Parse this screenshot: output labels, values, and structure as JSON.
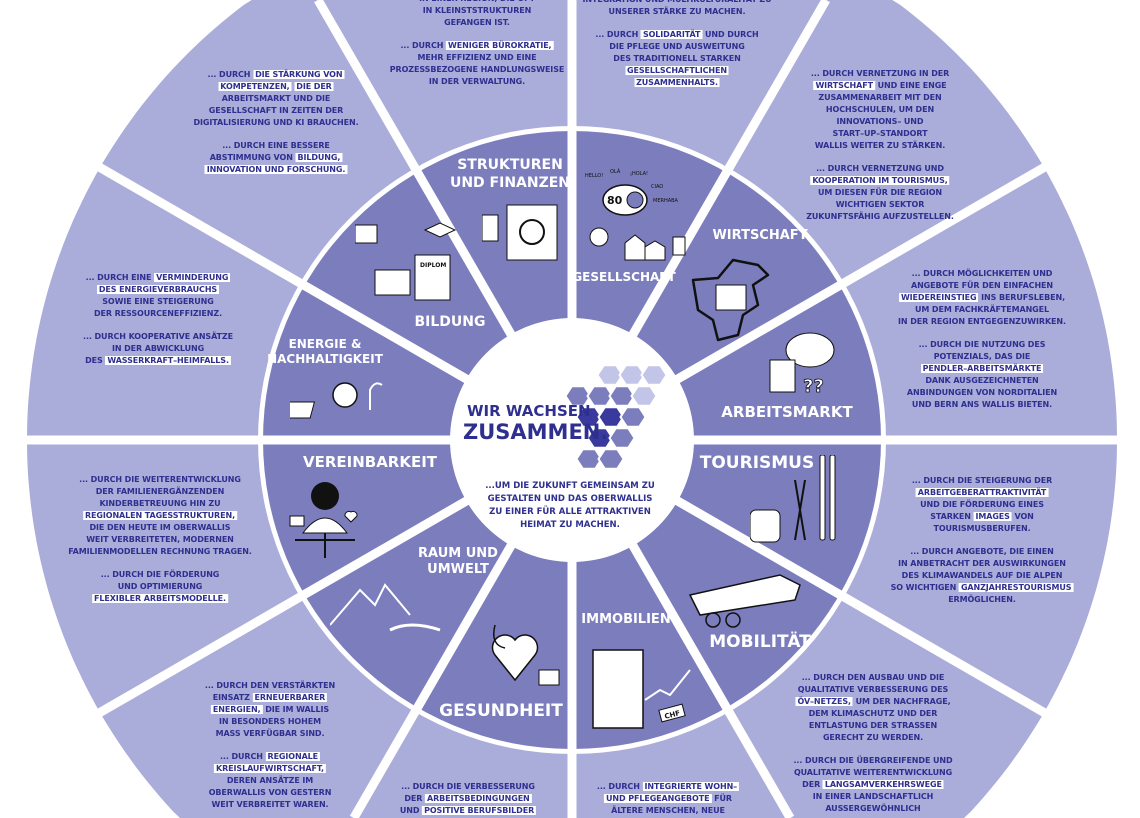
{
  "colors": {
    "outer_ring": "#aaacd9",
    "inner_ring": "#7b7dbd",
    "text": "#2e2f8f",
    "hex_dark": "#3a3a9e",
    "hex_mid": "#7b7dbd",
    "hex_light": "#c3c5e8"
  },
  "center": {
    "title_line1": "WIR WACHSEN",
    "title_line2": "ZUSAMMEN.",
    "tagline": "...UM DIE ZUKUNFT GEMEINSAM ZU\nGESTALTEN UND DAS OBERWALLIS\nZU EINER FÜR ALLE ATTRAKTIVEN\nHEIMAT ZU MACHEN."
  },
  "segments": [
    {
      "id": "strukturen",
      "label": "STRUKTUREN\nUND FINANZEN",
      "text": [
        [
          [
            "IN EINER REGION, DIE OFT\nIN KLEINSTSTRUKTUREN\nGEFANGEN IST.",
            0
          ]
        ],
        [
          [
            "... DURCH ",
            0
          ],
          [
            "WENIGER BÜROKRATIE,",
            1
          ],
          [
            "\nMEHR EFFIZIENZ UND EINE\nPROZESSBEZOGENE HANDLUNGSWEISE\nIN DER VERWALTUNG.",
            0
          ]
        ]
      ]
    },
    {
      "id": "gesellschaft",
      "label": "GESELLSCHAFT",
      "text": [
        [
          [
            "INTEGRATION UND MULTIKULTURALITÄT ZU\nUNSERER STÄRKE ZU MACHEN.",
            0
          ]
        ],
        [
          [
            "... DURCH ",
            0
          ],
          [
            "SOLIDARITÄT",
            1
          ],
          [
            " UND DURCH\nDIE PFLEGE UND AUSWEITUNG\nDES TRADITIONELL STARKEN\n",
            0
          ],
          [
            "GESELLSCHAFTLICHEN\nZUSAMMENHALTS.",
            1
          ]
        ]
      ]
    },
    {
      "id": "wirtschaft",
      "label": "WIRTSCHAFT",
      "text": [
        [
          [
            "... DURCH VERNETZUNG IN DER\n",
            0
          ],
          [
            "WIRTSCHAFT",
            1
          ],
          [
            " UND EINE ENGE\nZUSAMMENARBEIT MIT DEN\nHOCHSCHULEN, UM DEN\nINNOVATIONS– UND\nSTART–UP–STANDORT\nWALLIS WEITER ZU STÄRKEN.",
            0
          ]
        ],
        [
          [
            "... DURCH VERNETZUNG UND\n",
            0
          ],
          [
            "KOOPERATION IM TOURISMUS,",
            1
          ],
          [
            "\nUM DIESEN FÜR DIE REGION\nWICHTIGEN SEKTOR\nZUKUNFTSFÄHIG AUFZUSTELLEN.",
            0
          ]
        ]
      ]
    },
    {
      "id": "arbeitsmarkt",
      "label": "ARBEITSMARKT",
      "text": [
        [
          [
            "... DURCH MÖGLICHKEITEN UND\nANGEBOTE FÜR DEN EINFACHEN\n",
            0
          ],
          [
            "WIEDEREINSTIEG",
            1
          ],
          [
            " INS BERUFSLEBEN,\nUM DEM FACHKRÄFTEMANGEL\nIN DER REGION ENTGEGENZUWIRKEN.",
            0
          ]
        ],
        [
          [
            "... DURCH DIE NUTZUNG DES\nPOTENZIALS, DAS DIE\n",
            0
          ],
          [
            "PENDLER–ARBEITSMÄRKTE",
            1
          ],
          [
            "\nDANK AUSGEZEICHNETEN\nANBINDUNGEN VON NORDITALIEN\nUND BERN ANS WALLIS BIETEN.",
            0
          ]
        ]
      ]
    },
    {
      "id": "tourismus",
      "label": "TOURISMUS",
      "text": [
        [
          [
            "... DURCH DIE STEIGERUNG DER\n",
            0
          ],
          [
            "ARBEITGEBERATTRAKTIVITÄT",
            1
          ],
          [
            "\nUND DIE FÖRDERUNG EINES\nSTARKEN ",
            0
          ],
          [
            "IMAGES",
            1
          ],
          [
            " VON\nTOURISMUSBERUFEN.",
            0
          ]
        ],
        [
          [
            "... DURCH ANGEBOTE, DIE EINEN\nIN ANBETRACHT DER AUSWIRKUNGEN\nDES KLIMAWANDELS AUF DIE ALPEN\nSO WICHTIGEN ",
            0
          ],
          [
            "GANZJAHRESTOURISMUS",
            1
          ],
          [
            "\nERMÖGLICHEN.",
            0
          ]
        ]
      ]
    },
    {
      "id": "mobilitaet",
      "label": "MOBILITÄT",
      "text": [
        [
          [
            "... DURCH DEN AUSBAU UND DIE\nQUALITATIVE VERBESSERUNG DES\n",
            0
          ],
          [
            "ÖV–NETZES,",
            1
          ],
          [
            " UM DER NACHFRAGE,\nDEM KLIMASCHUTZ UND DER\nENTLASTUNG DER STRASSEN\nGERECHT ZU WERDEN.",
            0
          ]
        ],
        [
          [
            "... DURCH DIE ÜBERGREIFENDE UND\nQUALITATIVE WEITERENTWICKLUNG\nDER ",
            0
          ],
          [
            "LANGSAMVERKEHRSWEGE",
            1
          ],
          [
            "\nIN EINER LANDSCHAFTLICH\nAUSSERGEWÖHNLICH",
            0
          ]
        ]
      ]
    },
    {
      "id": "immobilien",
      "label": "IMMOBILIEN",
      "text": [
        [
          [
            "... DURCH ",
            0
          ],
          [
            "INTEGRIERTE WOHN–\nUND PFLEGEANGEBOTE",
            1
          ],
          [
            " FÜR\nÄLTERE MENSCHEN, NEUE",
            0
          ]
        ]
      ]
    },
    {
      "id": "gesundheit",
      "label": "GESUNDHEIT",
      "text": [
        [
          [
            "... DURCH DIE VERBESSERUNG\nDER ",
            0
          ],
          [
            "ARBEITSBEDINGUNGEN",
            1
          ],
          [
            "\nUND ",
            0
          ],
          [
            "POSITIVE BERUFSBILDER",
            1
          ]
        ]
      ]
    },
    {
      "id": "raum",
      "label": "RAUM UND\nUMWELT",
      "text": [
        [
          [
            "... DURCH DEN VERSTÄRKTEN\nEINSATZ ",
            0
          ],
          [
            "ERNEUERBARER\nENERGIEN,",
            1
          ],
          [
            " DIE IM WALLIS\nIN BESONDERS HOHEM\nMASS VERFÜGBAR SIND.",
            0
          ]
        ],
        [
          [
            "... DURCH ",
            0
          ],
          [
            "REGIONALE\nKREISLAUFWIRTSCHAFT,",
            1
          ],
          [
            "\nDEREN ANSÄTZE IM\nOBERWALLIS VON GESTERN\nWEIT VERBREITET WAREN.",
            0
          ]
        ]
      ]
    },
    {
      "id": "vereinbarkeit",
      "label": "VEREINBARKEIT",
      "text": [
        [
          [
            "... DURCH DIE WEITERENTWICKLUNG\nDER FAMILIENERGÄNZENDEN\nKINDERBETREUUNG HIN ZU\n",
            0
          ],
          [
            "REGIONALEN TAGESSTRUKTUREN,",
            1
          ],
          [
            "\nDIE DEN HEUTE IM OBERWALLIS\nWEIT VERBREITETEN, MODERNEN\nFAMILIENMODELLEN RECHNUNG TRAGEN.",
            0
          ]
        ],
        [
          [
            "... DURCH DIE FÖRDERUNG\nUND OPTIMIERUNG\n",
            0
          ],
          [
            "FLEXIBLER ARBEITSMODELLE.",
            1
          ]
        ]
      ]
    },
    {
      "id": "energie",
      "label": "ENERGIE &\nNACHHALTIGKEIT",
      "text": [
        [
          [
            "... DURCH EINE ",
            0
          ],
          [
            "VERMINDERUNG\nDES ENERGIEVERBRAUCHS",
            1
          ],
          [
            "\nSOWIE EINE STEIGERUNG\nDER RESSOURCENEFFIZIENZ.",
            0
          ]
        ],
        [
          [
            "... DURCH KOOPERATIVE ANSÄTZE\nIN DER ABWICKLUNG\nDES ",
            0
          ],
          [
            "WASSERKRAFT–HEIMFALLS.",
            1
          ]
        ]
      ]
    },
    {
      "id": "bildung",
      "label": "BILDUNG",
      "text": [
        [
          [
            "... DURCH ",
            0
          ],
          [
            "DIE STÄRKUNG VON\nKOMPETENZEN,",
            1
          ],
          [
            " ",
            0
          ],
          [
            "DIE DER",
            1
          ],
          [
            "\nARBEITSMARKT UND DIE\nGESELLSCHAFT IN ZEITEN DER\nDIGITALISIERUNG UND KI BRAUCHEN.",
            0
          ]
        ],
        [
          [
            "... DURCH EINE BESSERE\nABSTIMMUNG VON ",
            0
          ],
          [
            "BILDUNG,\nINNOVATION UND FORSCHUNG.",
            1
          ]
        ]
      ]
    }
  ],
  "icons": {
    "gesellschaft_bubble": "80",
    "gesellschaft_greetings": [
      "HELLO!",
      "OLÁ",
      "¡HOLA!",
      "CIAO",
      "MERHABA"
    ],
    "bildung_diploma": "DIPLOM",
    "immobilien_tag": "CHF"
  }
}
